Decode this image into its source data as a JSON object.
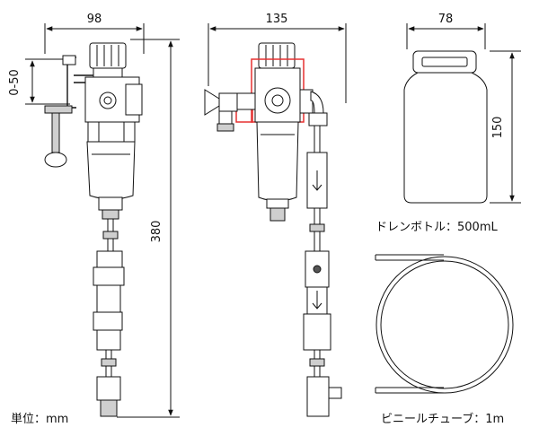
{
  "dimensions": {
    "left_width": "98",
    "clamp_range": "0-50",
    "total_height": "380",
    "middle_width": "135",
    "bottle_width": "78",
    "bottle_height": "150"
  },
  "labels": {
    "unit": "単位：mm",
    "drain_bottle": "ドレンボトル：500mL",
    "vinyl_tube": "ビニールチューブ：1m"
  },
  "colors": {
    "line": "#111111",
    "highlight": "#e53030",
    "metal": "#cfcfcf"
  }
}
